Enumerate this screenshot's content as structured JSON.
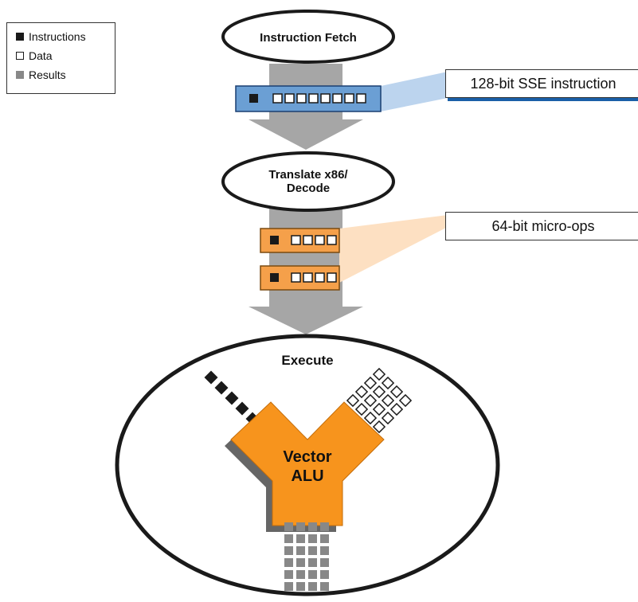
{
  "legend": {
    "items": [
      {
        "label": "Instructions",
        "kind": "instruction"
      },
      {
        "label": "Data",
        "kind": "data"
      },
      {
        "label": "Results",
        "kind": "result"
      }
    ]
  },
  "stages": {
    "fetch": "Instruction Fetch",
    "decode_line1": "Translate x86/",
    "decode_line2": "Decode",
    "execute": "Execute",
    "alu_line1": "Vector",
    "alu_line2": "ALU"
  },
  "callouts": {
    "sse": "128-bit SSE instruction",
    "microops": "64-bit micro-ops"
  },
  "colors": {
    "blue_register": "#6b9fd4",
    "blue_callout": "#bcd4ee",
    "orange_register": "#f5a04a",
    "orange_callout": "#fde0c2",
    "alu": "#f7941d",
    "arrow_gray": "#a6a6a6",
    "instruction": "#1a1a1a",
    "result": "#888888"
  }
}
